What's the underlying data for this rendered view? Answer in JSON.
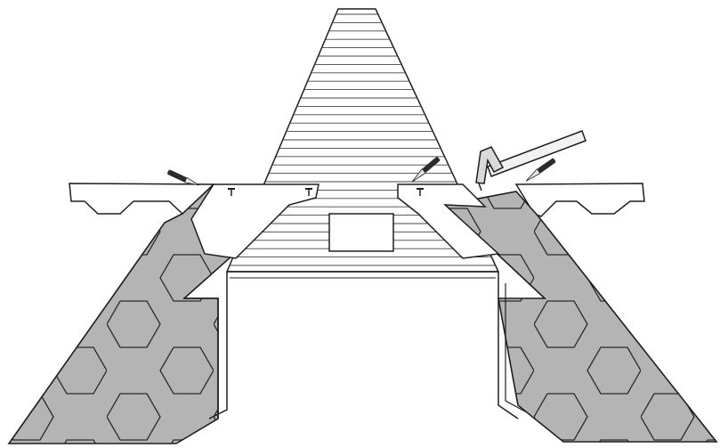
{
  "diagram": {
    "subject": "roof-ridge-shingle-installation",
    "colors": {
      "background": "#ffffff",
      "outline": "#1e1e1e",
      "decking": "#ffffff",
      "shingle": "#b4b4b4",
      "shingle_dark": "#a6a6a6",
      "knife_handle": "#2b2b2b",
      "knife_blade": "#e6e6e6",
      "hammer_handle": "#f2f2f2",
      "hammer_head": "#d9d9d9"
    },
    "tools": [
      {
        "name": "utility-knife-left",
        "icon": "utility-knife-icon"
      },
      {
        "name": "utility-knife-center",
        "icon": "utility-knife-icon"
      },
      {
        "name": "utility-knife-right",
        "icon": "utility-knife-icon"
      },
      {
        "name": "hammer",
        "icon": "hammer-icon"
      }
    ],
    "nails": [
      {
        "name": "nail-left-1"
      },
      {
        "name": "nail-left-2"
      },
      {
        "name": "nail-right-1"
      }
    ]
  }
}
